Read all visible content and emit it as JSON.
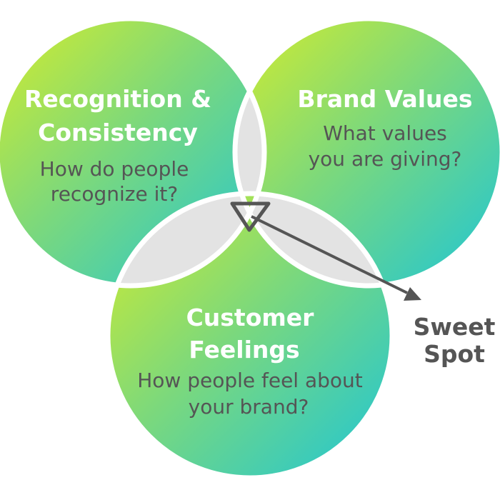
{
  "circles": [
    {
      "id": "recognition",
      "title_lines": [
        "Recognition &",
        "Consistency"
      ],
      "desc_lines": [
        "How do people",
        "recognize it?"
      ]
    },
    {
      "id": "brand-values",
      "title_lines": [
        "Brand Values"
      ],
      "desc_lines": [
        "What values",
        "you are giving?"
      ]
    },
    {
      "id": "customer-feelings",
      "title_lines": [
        "Customer",
        "Feelings"
      ],
      "desc_lines": [
        "How people feel about",
        "your brand?"
      ]
    }
  ],
  "callout": {
    "lines": [
      "Sweet",
      "Spot"
    ]
  },
  "colors": {
    "gradient_start": "#d4ec2c",
    "gradient_mid": "#7ed97a",
    "gradient_end": "#1ec5d6",
    "overlap_fill": "#e3e3e3",
    "outline": "#ffffff",
    "text_dark": "#555555",
    "arrow": "#555555"
  }
}
